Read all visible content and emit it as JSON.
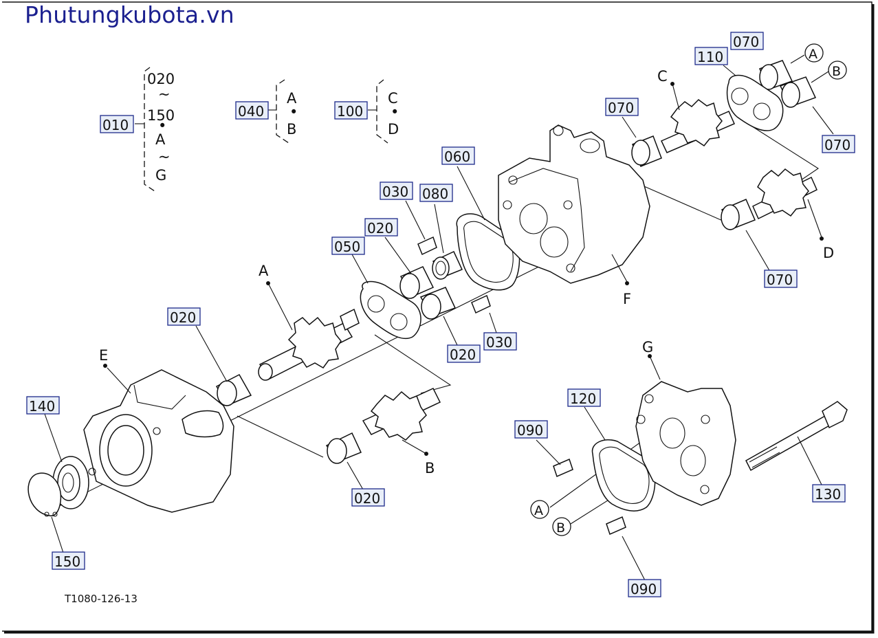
{
  "brand": "Phutungkubota.vn",
  "doc_number": "T1080-126-13",
  "groups": {
    "g010": {
      "label": "010",
      "items": [
        "020",
        "~",
        "150",
        "•",
        "A",
        "~",
        "G"
      ]
    },
    "g040": {
      "label": "040",
      "items": [
        "A",
        "•",
        "B"
      ]
    },
    "g100": {
      "label": "100",
      "items": [
        "C",
        "•",
        "D"
      ]
    }
  },
  "part_numbers": {
    "p070_top": "070",
    "p110": "110",
    "p070_right": "070",
    "p070_mid": "070",
    "p060": "060",
    "p030_top": "030",
    "p080": "080",
    "p020_upper": "020",
    "p050": "050",
    "p020_lower": "020",
    "p030_bottom": "030",
    "p070_lower": "070",
    "p020_left": "020",
    "p020_bottom": "020",
    "p140": "140",
    "p150": "150",
    "p120": "120",
    "p090_left": "090",
    "p090_bottom": "090",
    "p130": "130"
  },
  "letters": {
    "a_gear": "A",
    "b_gear": "B",
    "c_gear": "C",
    "d_gear": "D",
    "e_body": "E",
    "f_body": "F",
    "g_cover": "G"
  },
  "circled": {
    "a_top": "A",
    "b_top": "B",
    "a_bottom": "A",
    "b_bottom": "B"
  },
  "colors": {
    "brand": "#1a1f8f",
    "label_fill": "#e8eef8",
    "label_border": "#1c2a8a",
    "line": "#111111"
  }
}
